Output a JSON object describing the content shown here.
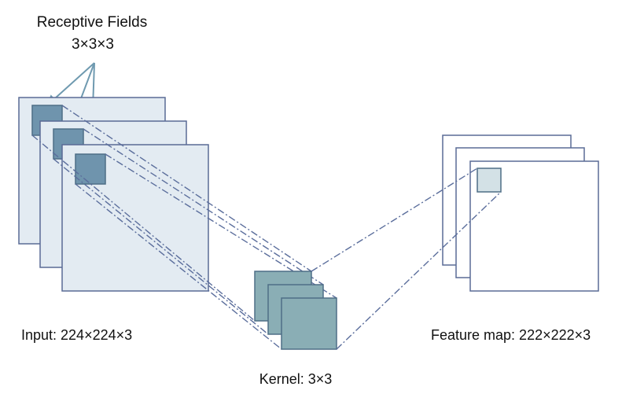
{
  "receptive_fields": {
    "title": "Receptive Fields",
    "dims": "3×3×3"
  },
  "input": {
    "label": "Input: 224×224×3"
  },
  "kernel": {
    "label": "Kernel: 3×3"
  },
  "feature_map": {
    "label": "Feature map: 222×222×3"
  },
  "colors": {
    "input_plane_fill": "#e3ebf2",
    "plane_stroke": "#5a6b95",
    "receptive_field_fill": "#6f94ad",
    "kernel_fill": "#8aaeb5",
    "kernel_stroke": "#4e6e86",
    "feature_plane_fill": "#ffffff",
    "feature_cell_fill": "#d3e1e6",
    "connector_line": "#5b6e9c",
    "annotation_arrow": "#6f9ab0"
  }
}
